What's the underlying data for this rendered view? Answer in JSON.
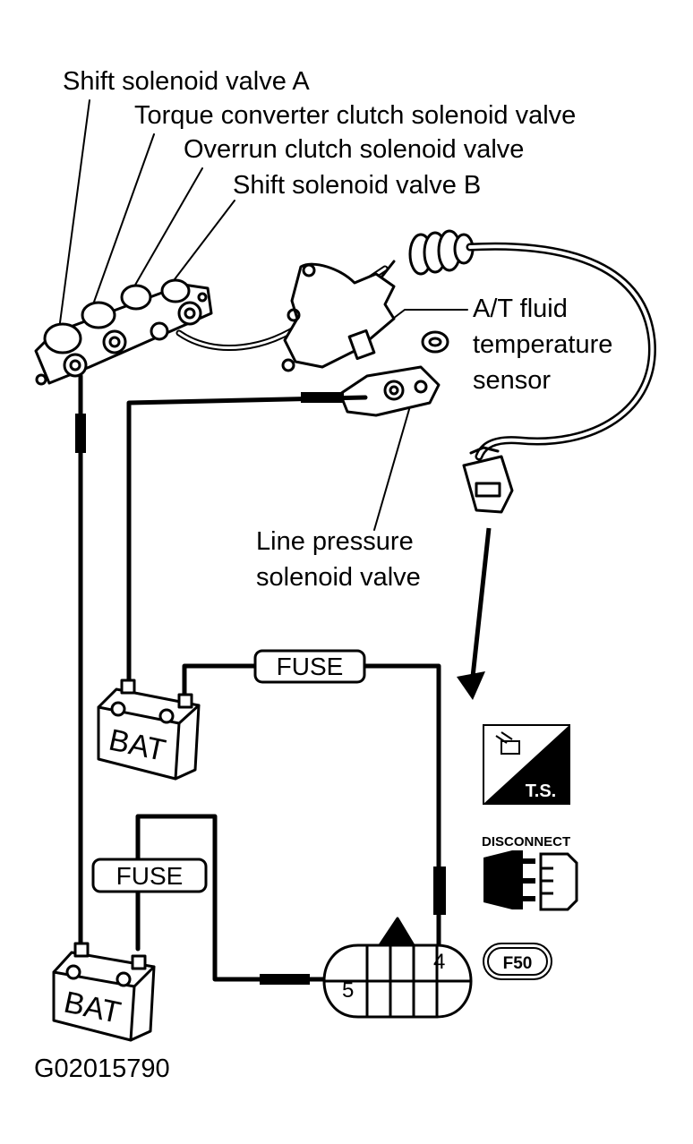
{
  "labels": {
    "shift_a": "Shift solenoid valve A",
    "tcc": "Torque converter clutch  solenoid valve",
    "overrun": "Overrun clutch solenoid valve",
    "shift_b": "Shift solenoid valve B",
    "fluid_l1": "A/T fluid",
    "fluid_l2": "temperature",
    "fluid_l3": "sensor",
    "line_l1": "Line pressure",
    "line_l2": "solenoid valve"
  },
  "battery_top": "BAT",
  "battery_bottom": "BAT",
  "fuse_top": "FUSE",
  "fuse_bottom": "FUSE",
  "connector": {
    "pin_4": "4",
    "pin_5": "5"
  },
  "symbols": {
    "ts_label": "T.S.",
    "disconnect_label": "DISCONNECT",
    "connector_id": "F50",
    "ts_icon": "test-symbol-icon",
    "disconnect_icon": "disconnect-icon"
  },
  "figure_code": "G02015790"
}
